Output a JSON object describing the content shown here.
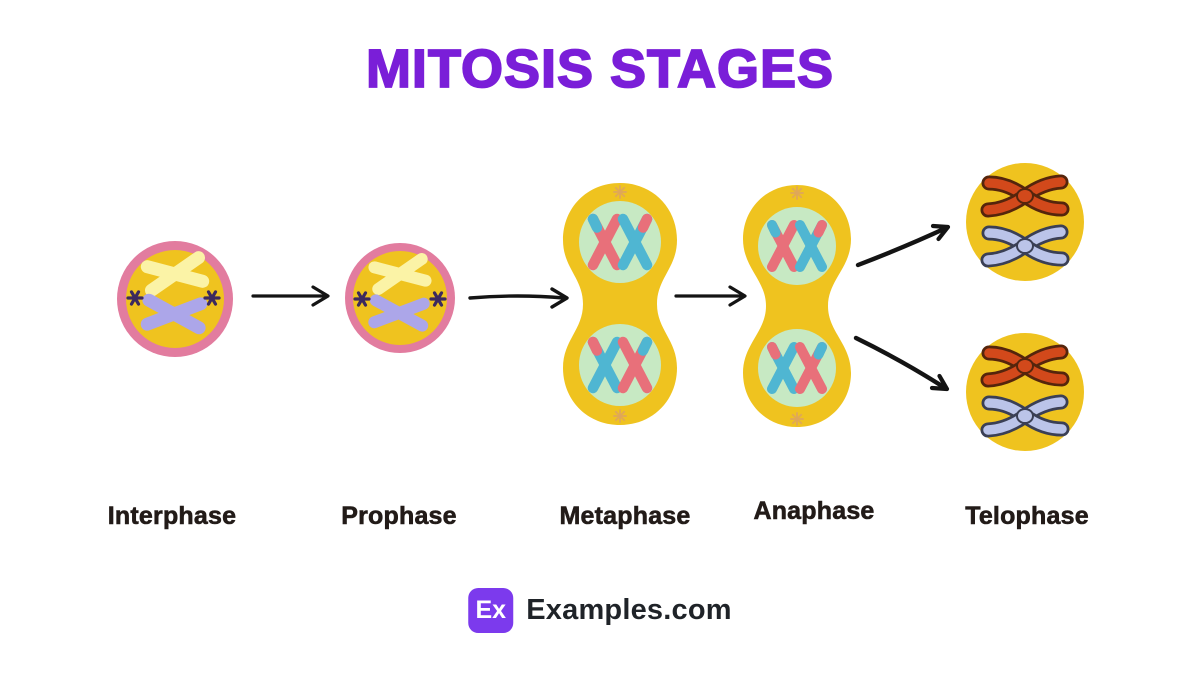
{
  "title": "MITOSIS STAGES",
  "stages": [
    {
      "label": "Interphase"
    },
    {
      "label": "Prophase"
    },
    {
      "label": "Metaphase"
    },
    {
      "label": "Anaphase"
    },
    {
      "label": "Telophase"
    }
  ],
  "footer": {
    "logo_badge": "Ex",
    "logo_text": "Examples.com"
  },
  "colors": {
    "title-purple": "#7A1ED8",
    "label-dark": "#221B18",
    "cell-yellow": "#EFC31F",
    "ring-pink": "#E27C9F",
    "pale-green": "#C7E9C3",
    "salmon": "#E8707A",
    "teal": "#4FB6D2",
    "pale-yellow-chrom": "#FBF3A6",
    "lavender-chrom": "#ACA6E9",
    "aster-purple": "#3C2A5E",
    "aster-tan": "#DFA65C",
    "arrow-black": "#141414",
    "telo-orange": "#D2491B",
    "telo-orange-outline": "#55250C",
    "telo-periwinkle": "#BBC4E9",
    "telo-periwinkle-outline": "#3A3F55",
    "logo-purple": "#7C3AED",
    "logo-text-dark": "#1F2328"
  }
}
